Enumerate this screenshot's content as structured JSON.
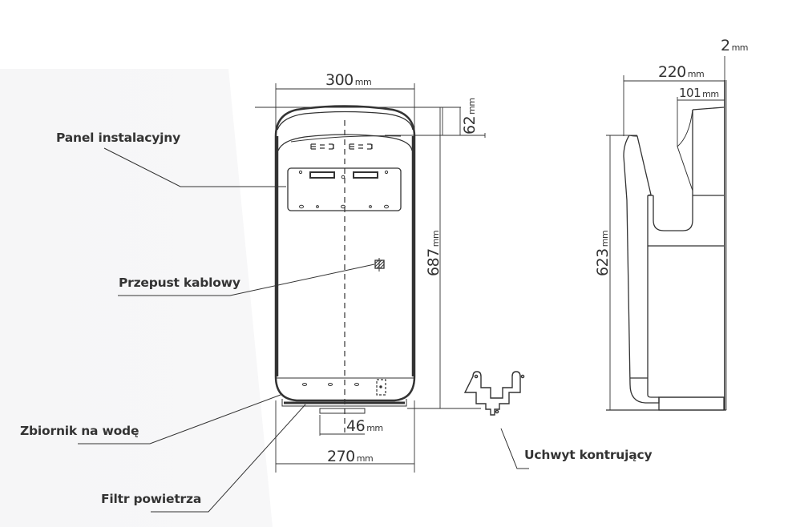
{
  "diagram": {
    "title_views": [
      "front-view",
      "side-view",
      "mounting-bracket"
    ],
    "callouts": {
      "panel": "Panel instalacyjny",
      "cable": "Przepust kablowy",
      "tank": "Zbiornik na wodę",
      "filter": "Filtr powietrza",
      "bracket": "Uchwyt kontrujący"
    },
    "dimensions": {
      "front_width": {
        "value": "300",
        "unit": "mm"
      },
      "top_offset": {
        "value": "62",
        "unit": "mm"
      },
      "total_height": {
        "value": "687",
        "unit": "mm"
      },
      "filter_width": {
        "value": "46",
        "unit": "mm"
      },
      "bottom_width": {
        "value": "270",
        "unit": "mm"
      },
      "side_depth": {
        "value": "220",
        "unit": "mm"
      },
      "slot_depth": {
        "value": "101",
        "unit": "mm"
      },
      "wall_gap": {
        "value": "2",
        "unit": "mm"
      },
      "side_height": {
        "value": "623",
        "unit": "mm"
      }
    },
    "colors": {
      "line": "#333333",
      "text": "#333333",
      "background": "#ffffff",
      "panel_bg": "#f7f7f8"
    }
  }
}
